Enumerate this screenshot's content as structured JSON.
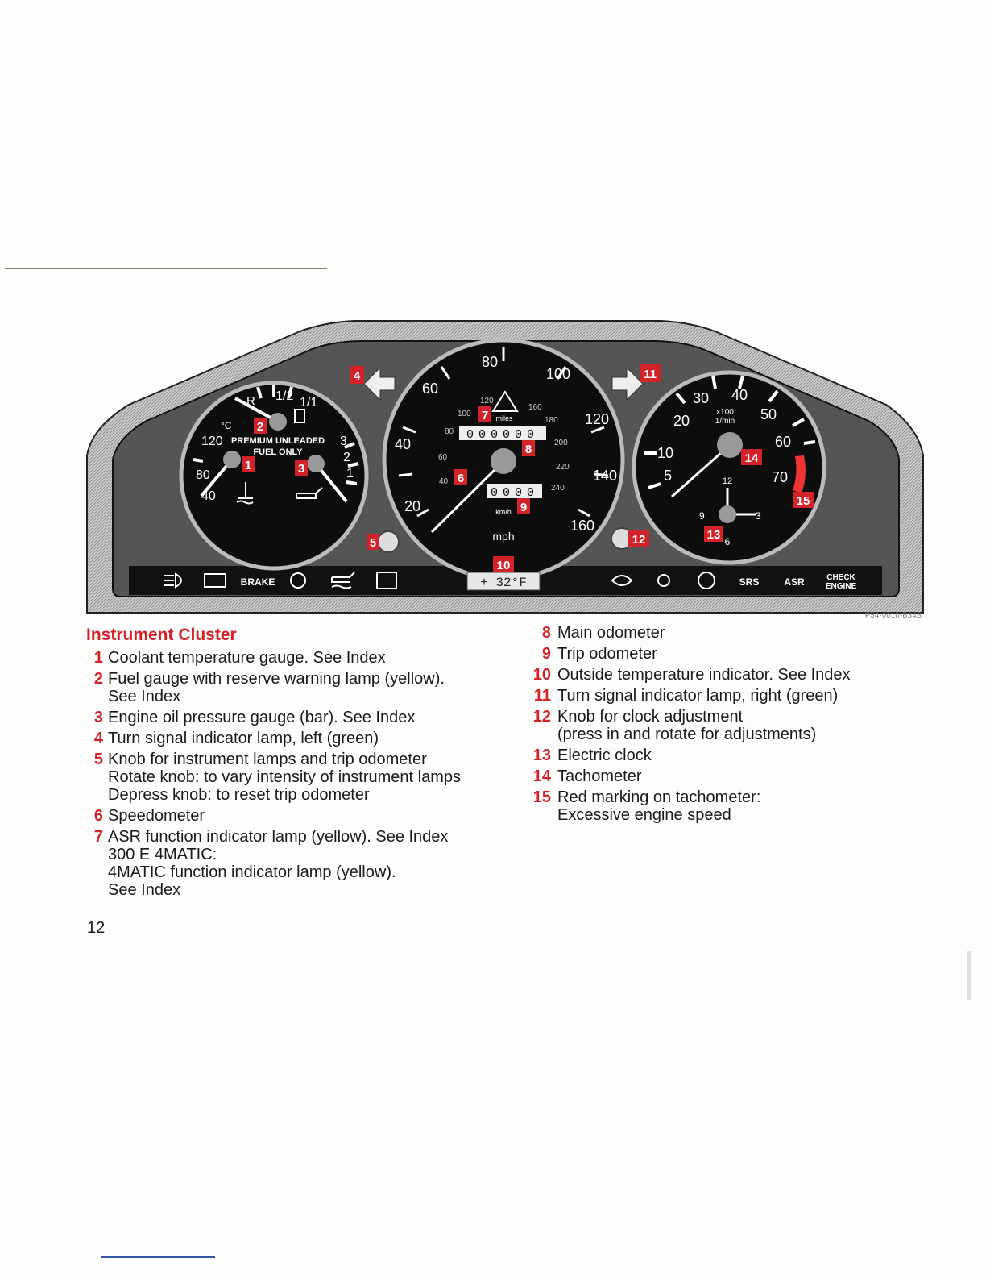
{
  "figure": {
    "code": "P54-0010-B34B",
    "callouts": [
      "1",
      "2",
      "3",
      "4",
      "5",
      "6",
      "7",
      "8",
      "9",
      "10",
      "11",
      "12",
      "13",
      "14",
      "15"
    ],
    "fuel_gauge": {
      "marks": [
        "R",
        "1/2",
        "1/1"
      ]
    },
    "coolant_gauge": {
      "unit": "°C",
      "marks": [
        "120",
        "80",
        "40"
      ]
    },
    "oil_gauge": {
      "marks": [
        "3",
        "2",
        "1"
      ]
    },
    "fuel_notice_lines": [
      "PREMIUM UNLEADED",
      "FUEL ONLY"
    ],
    "speedometer": {
      "mph_labels": [
        "20",
        "40",
        "60",
        "80",
        "100",
        "120",
        "140",
        "160"
      ],
      "kmh_labels": [
        "40",
        "60",
        "80",
        "100",
        "120",
        "160",
        "180",
        "200",
        "220",
        "240"
      ],
      "miles_label": "miles",
      "kmh_unit": "km/h",
      "mph_unit": "mph",
      "odometer_digits": "000000",
      "trip_digits": "0000"
    },
    "tachometer": {
      "labels": [
        "5",
        "10",
        "20",
        "30",
        "40",
        "50",
        "60",
        "70"
      ],
      "unit_lines": [
        "x100",
        "1/min"
      ]
    },
    "clock": {
      "labels": [
        "12",
        "3",
        "6",
        "9"
      ]
    },
    "temperature_display": "+ 32°F",
    "warning_lamps": [
      "BRAKE",
      "SRS",
      "ASR",
      "CHECK",
      "ENGINE"
    ]
  },
  "legend": {
    "title": "Instrument Cluster",
    "left": [
      {
        "num": "1",
        "lines": [
          "Coolant temperature gauge. See Index"
        ]
      },
      {
        "num": "2",
        "lines": [
          "Fuel gauge with reserve warning lamp (yellow).",
          "See Index"
        ]
      },
      {
        "num": "3",
        "lines": [
          "Engine oil pressure gauge (bar). See Index"
        ]
      },
      {
        "num": "4",
        "lines": [
          "Turn signal indicator lamp, left (green)"
        ]
      },
      {
        "num": "5",
        "lines": [
          "Knob for instrument lamps and trip odometer",
          "Rotate knob: to vary intensity of instrument lamps",
          "Depress knob: to reset trip odometer"
        ]
      },
      {
        "num": "6",
        "lines": [
          "Speedometer"
        ]
      },
      {
        "num": "7",
        "lines": [
          "ASR function indicator lamp (yellow). See Index",
          "300 E 4MATIC:",
          "4MATIC function indicator lamp (yellow).",
          "See Index"
        ]
      }
    ],
    "right": [
      {
        "num": "8",
        "lines": [
          "Main odometer"
        ]
      },
      {
        "num": "9",
        "lines": [
          "Trip odometer"
        ]
      },
      {
        "num": "10",
        "lines": [
          "Outside temperature indicator. See Index"
        ]
      },
      {
        "num": "11",
        "lines": [
          "Turn signal indicator lamp, right (green)"
        ]
      },
      {
        "num": "12",
        "lines": [
          "Knob for clock adjustment",
          "(press in and rotate for adjustments)"
        ]
      },
      {
        "num": "13",
        "lines": [
          "Electric clock"
        ]
      },
      {
        "num": "14",
        "lines": [
          "Tachometer"
        ]
      },
      {
        "num": "15",
        "lines": [
          "Red marking on tachometer:",
          "Excessive engine speed"
        ]
      }
    ]
  },
  "page_number": "12"
}
